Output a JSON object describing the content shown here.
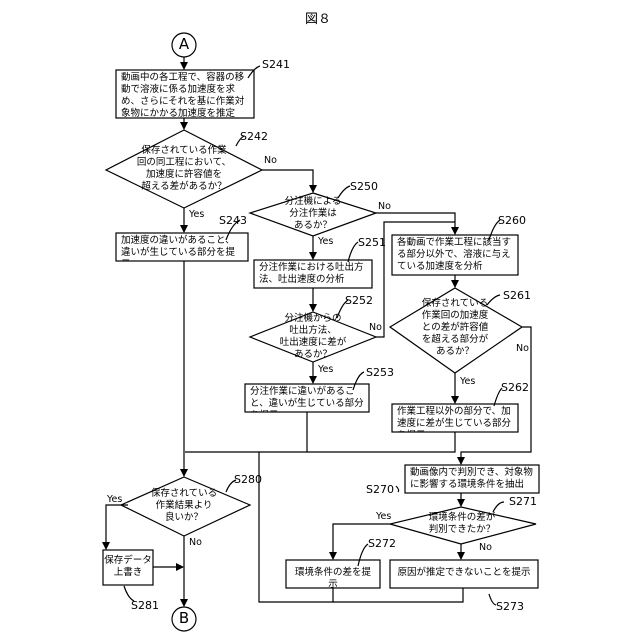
{
  "figure": {
    "title": "図８"
  },
  "connectors": {
    "start": "A",
    "end": "B"
  },
  "steps": {
    "s241": {
      "id": "S241",
      "text": "動画中の各工程で、容器の移動で溶液に係る加速度を求め、さらにそれを基に作業対象物にかかる加速度を推定"
    },
    "s242": {
      "id": "S242",
      "text": "保存されている作業\n回の同工程において、\n加速度に許容値を\n超える差があるか？"
    },
    "s243": {
      "id": "S243",
      "text": "加速度の違いがあること、違いが生じている部分を提示"
    },
    "s250": {
      "id": "S250",
      "text": "分注機による\n分注作業は\nあるか？"
    },
    "s251": {
      "id": "S251",
      "text": "分注作業における吐出方法、吐出速度の分析"
    },
    "s252": {
      "id": "S252",
      "text": "分注機からの\n吐出方法、\n吐出速度に差が\nあるか？"
    },
    "s253": {
      "id": "S253",
      "text": "分注作業に違いがあること、違いが生じている部分を提示"
    },
    "s260": {
      "id": "S260",
      "text": "各動画で作業工程に該当する部分以外で、溶液に与えている加速度を分析"
    },
    "s261": {
      "id": "S261",
      "text": "保存されている\n作業回の加速度\nとの差が許容値\nを超える部分が\nあるか？"
    },
    "s262": {
      "id": "S262",
      "text": "作業工程以外の部分で、加速度に差が生じている部分を提示"
    },
    "s270": {
      "id": "S270",
      "text": "動画像内で判別でき、対象物に影響する環境条件を抽出"
    },
    "s271": {
      "id": "S271",
      "text": "環境条件の差が\n判別できたか？"
    },
    "s272": {
      "id": "S272",
      "text": "環境条件の差を提示"
    },
    "s273": {
      "id": "S273",
      "text": "原因が推定できないことを提示"
    },
    "s280": {
      "id": "S280",
      "text": "保存されている\n作業結果より\n良いか？"
    },
    "s281": {
      "id": "S281",
      "text": "保存データ\n上書き"
    }
  },
  "branch_labels": {
    "yes": "Yes",
    "no": "No"
  }
}
